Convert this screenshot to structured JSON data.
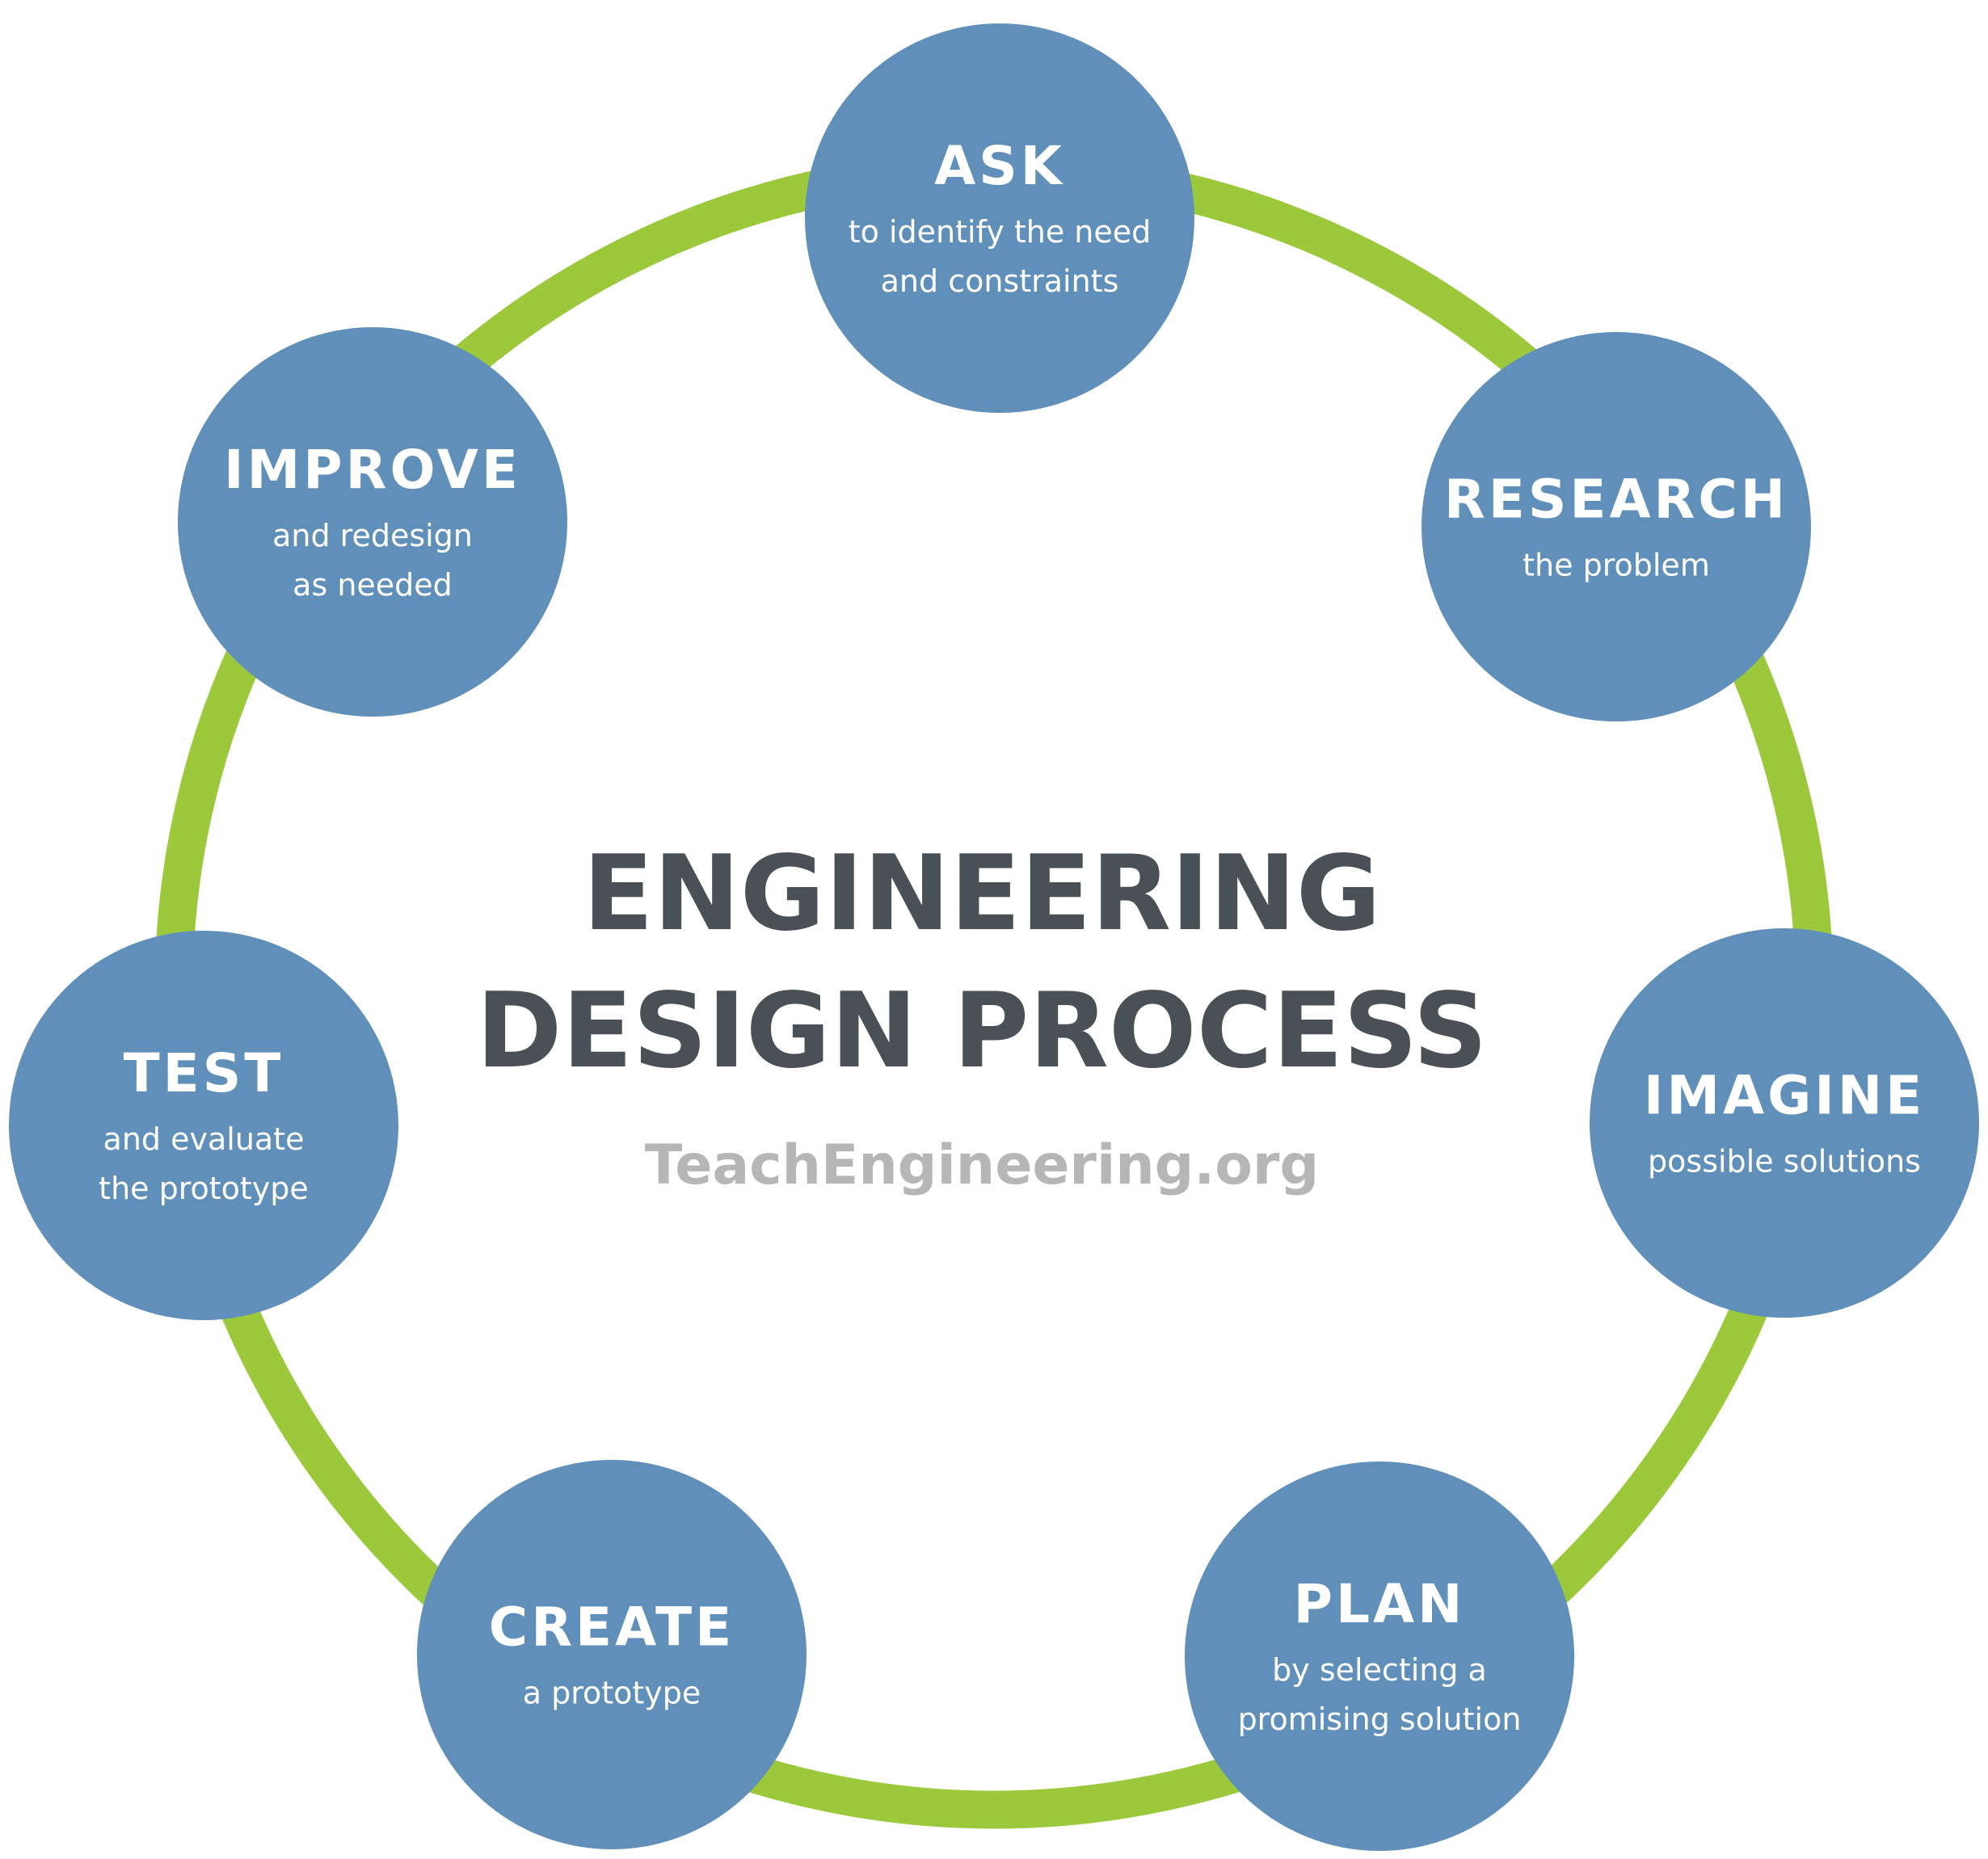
{
  "colors": {
    "ring": "#9cc93b",
    "node_fill": "#6090b9",
    "title_text": "#4a5156",
    "site_text": "#b6b6b6"
  },
  "center": {
    "title_line1": "ENGINEERING",
    "title_line2": "DESIGN PROCESS",
    "site": "TeachEngineering.org"
  },
  "steps": [
    {
      "id": "ask",
      "title": "ASK",
      "lines": [
        "to identify the need",
        "and constraints"
      ]
    },
    {
      "id": "research",
      "title": "RESEARCH",
      "lines": [
        "the problem"
      ]
    },
    {
      "id": "imagine",
      "title": "IMAGINE",
      "lines": [
        "possible solutions"
      ]
    },
    {
      "id": "plan",
      "title": "PLAN",
      "lines": [
        "by selecting a",
        "promising solution"
      ]
    },
    {
      "id": "create",
      "title": "CREATE",
      "lines": [
        "a prototype"
      ]
    },
    {
      "id": "test",
      "title": "TEST",
      "lines": [
        "and evaluate",
        "the prototype"
      ]
    },
    {
      "id": "improve",
      "title": "IMPROVE",
      "lines": [
        "and redesign",
        "as needed"
      ]
    }
  ]
}
